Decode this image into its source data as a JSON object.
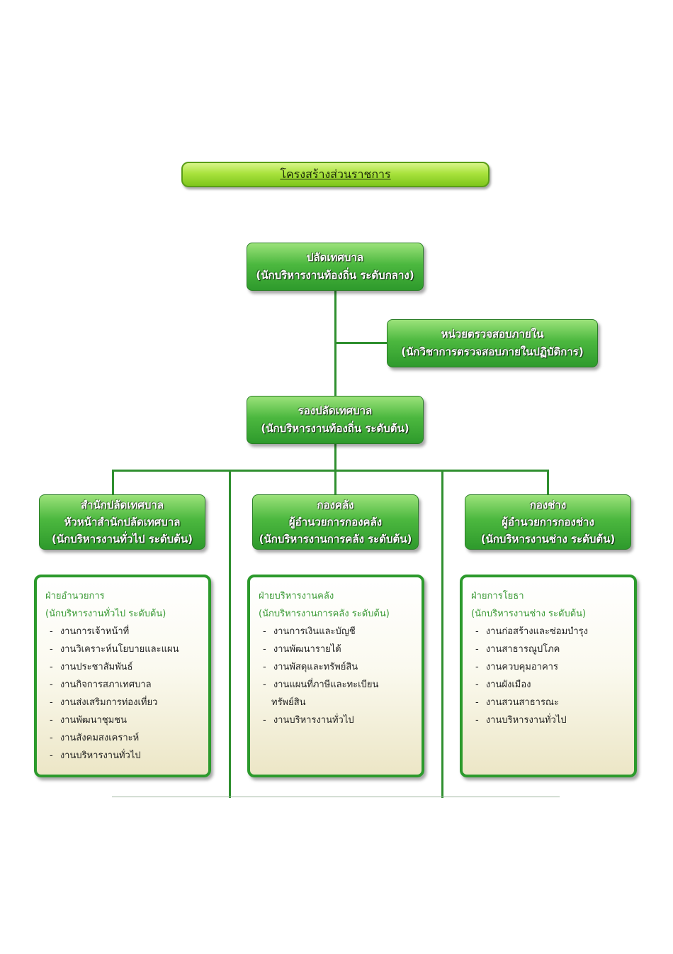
{
  "title": "โครงสร้างส่วนราชการ",
  "top": {
    "line1": "ปลัดเทศบาล",
    "line2": "(นักบริหารงานท้องถิ่น ระดับกลาง)"
  },
  "audit": {
    "line1": "หน่วยตรวจสอบภายใน",
    "line2": "(นักวิชาการตรวจสอบภายในปฏิบัติการ)"
  },
  "deputy": {
    "line1": "รองปลัดเทศบาล",
    "line2": "(นักบริหารงานท้องถิ่น ระดับต้น)"
  },
  "divisions": [
    {
      "line1": "สำนักปลัดเทศบาล",
      "line2": "หัวหน้าสำนักปลัดเทศบาล",
      "line3": "(นักบริหารงานทั่วไป ระดับต้น)",
      "unit_head1": "ฝ่ายอำนวยการ",
      "unit_head2": "(นักบริหารงานทั่วไป ระดับต้น)",
      "items": [
        "งานการเจ้าหน้าที่",
        "งานวิเคราะห์นโยบายและแผน",
        "งานประชาสัมพันธ์",
        "งานกิจการสภาเทศบาล",
        "งานส่งเสริมการท่องเที่ยว",
        "งานพัฒนาชุมชน",
        "งานสังคมสงเคราะห์",
        "งานบริหารงานทั่วไป"
      ]
    },
    {
      "line1": "กองคลัง",
      "line2": "ผู้อำนวยการกองคลัง",
      "line3": "(นักบริหารงานการคลัง ระดับต้น)",
      "unit_head1": "ฝ่ายบริหารงานคลัง",
      "unit_head2": "(นักบริหารงานการคลัง ระดับต้น)",
      "items": [
        "งานการเงินและบัญชี",
        "งานพัฒนารายได้",
        "งานพัสดุและทรัพย์สิน",
        "งานแผนที่ภาษีและทะเบียน",
        "งานบริหารงานทั่วไป"
      ],
      "item_continuation": "ทรัพย์สิน"
    },
    {
      "line1": "กองช่าง",
      "line2": "ผู้อำนวยการกองช่าง",
      "line3": "(นักบริหารงานช่าง ระดับต้น)",
      "unit_head1": "ฝ่ายการโยธา",
      "unit_head2": "(นักบริหารงานช่าง ระดับต้น)",
      "items": [
        "งานก่อสร้างและซ่อมบำรุง",
        "งานสาธารณูปโภค",
        "งานควบคุมอาคาร",
        "งานผังเมือง",
        "งานสวนสาธารณะ",
        "งานบริหารงานทั่วไป"
      ]
    }
  ]
}
